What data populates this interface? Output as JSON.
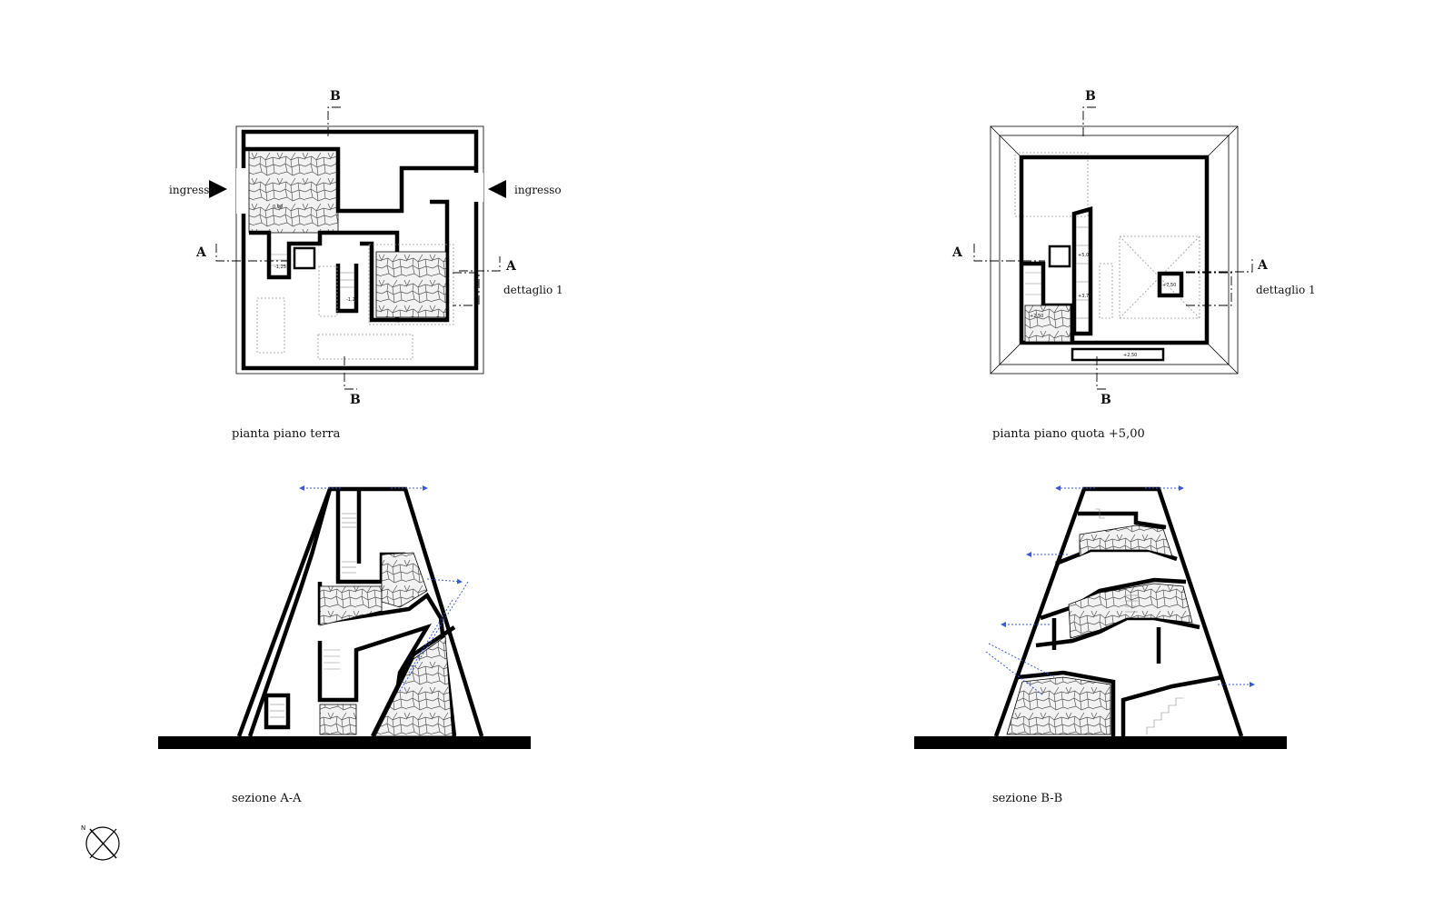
{
  "plan_ground": {
    "caption": "pianta piano terra",
    "cut_a": "A",
    "cut_b": "B",
    "entry_left": "ingresso",
    "entry_right": "ingresso",
    "detail": "dettaglio 1",
    "levels": [
      "0,00",
      "-1,25",
      "-1,25"
    ]
  },
  "plan_upper": {
    "caption": "pianta piano quota +5,00",
    "cut_a": "A",
    "cut_b": "B",
    "detail": "dettaglio 1",
    "levels": [
      "+5,00",
      "+3,75",
      "+2,50",
      "+7,50",
      "+2,50"
    ]
  },
  "section_aa": {
    "caption": "sezione  A-A"
  },
  "section_bb": {
    "caption": "sezione  B-B"
  },
  "compass": {
    "north": "N"
  },
  "colors": {
    "line": "#000000",
    "arrow": "#3b5bd6",
    "dotted": "#999999"
  }
}
